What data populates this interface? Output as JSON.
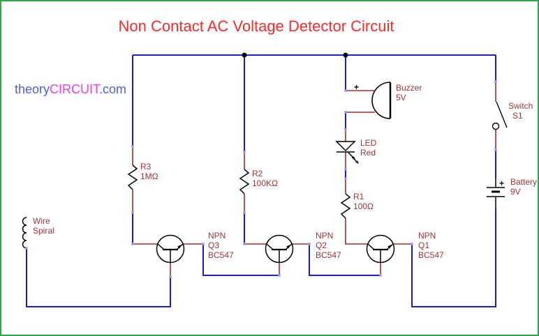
{
  "title": "Non Contact AC Voltage Detector Circuit",
  "watermark": {
    "part_theory": "theory",
    "part_circuit": "CIRCUIT",
    "part_domain": ".com"
  },
  "components": {
    "wire_spiral": {
      "line1": "Wire",
      "line2": "Spiral"
    },
    "r3": {
      "ref": "R3",
      "value": "1MΩ"
    },
    "r2": {
      "ref": "R2",
      "value": "100KΩ"
    },
    "r1": {
      "ref": "R1",
      "value": "100Ω"
    },
    "buzzer": {
      "name": "Buzzer",
      "value": "5V",
      "polarity": "+"
    },
    "led": {
      "name": "LED",
      "value": "Red"
    },
    "q3": {
      "type": "NPN",
      "ref": "Q3",
      "part": "BC547"
    },
    "q2": {
      "type": "NPN",
      "ref": "Q2",
      "part": "BC547"
    },
    "q1": {
      "type": "NPN",
      "ref": "Q1",
      "part": "BC547"
    },
    "switch": {
      "name": "Switch",
      "ref": "S1"
    },
    "battery": {
      "name": "Battery",
      "value": "9V",
      "polarity": "+"
    }
  },
  "colors": {
    "wire": "#0000CD",
    "lead": "#A52A2A",
    "symbol": "#000000",
    "label": "#A03535",
    "title": "#F92B2B",
    "border": "#2BA84A",
    "watermark_blue": "#4D5FE0",
    "watermark_magenta": "#EE3BEE",
    "junction_dot": "#000000",
    "terminal_pad": "#9A9AF5"
  }
}
